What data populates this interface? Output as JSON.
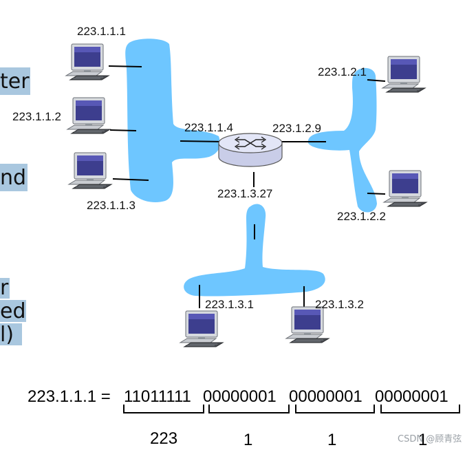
{
  "left_fragments": [
    "ter",
    "nd",
    "r",
    "ed",
    "l)"
  ],
  "subnet1": {
    "hosts": [
      "223.1.1.1",
      "223.1.1.2",
      "223.1.1.3"
    ],
    "router_interface": "223.1.1.4"
  },
  "subnet2": {
    "hosts": [
      "223.1.2.1",
      "223.1.2.2"
    ],
    "router_interface": "223.1.2.9"
  },
  "subnet3": {
    "hosts": [
      "223.1.3.1",
      "223.1.3.2"
    ],
    "router_interface": "223.1.3.27"
  },
  "binary": {
    "lhs": "223.1.1.1 =",
    "octets": [
      "11011111",
      "00000001",
      "00000001",
      "00000001"
    ],
    "decimals": [
      "223",
      "1",
      "1",
      "1"
    ]
  },
  "watermark": "CSDN @顾青弦",
  "colors": {
    "subnet_blue": "#6ec6ff",
    "fragment_bg": "#a9c7df",
    "router_fill": "#e3e6f7"
  }
}
